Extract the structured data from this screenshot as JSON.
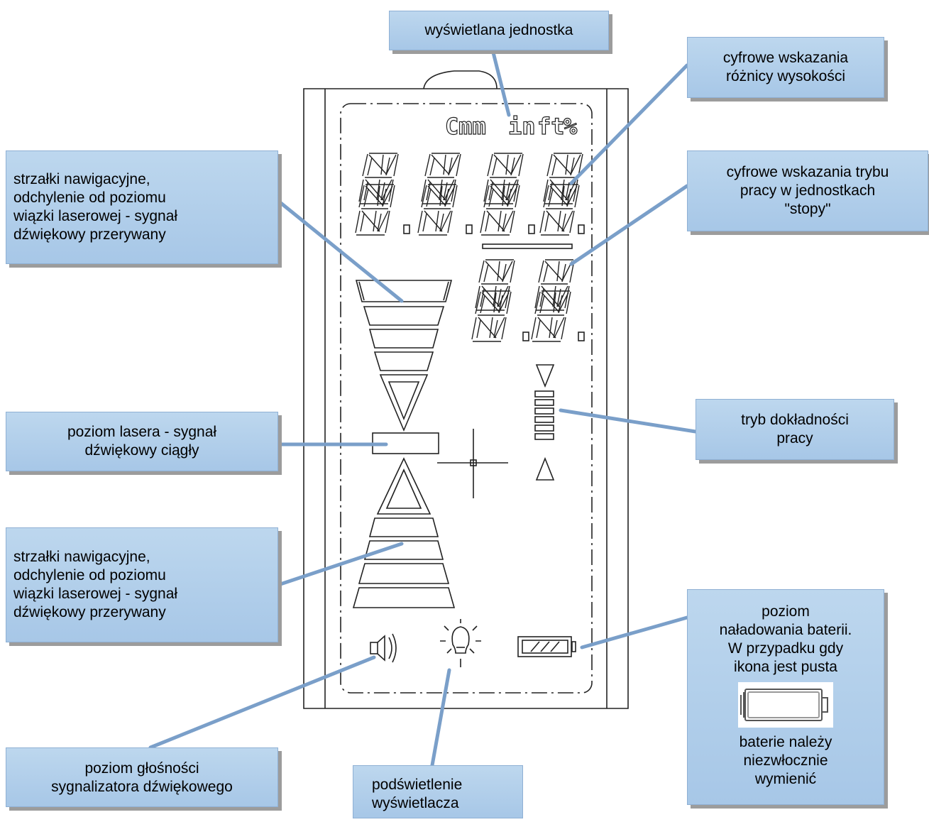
{
  "display": {
    "units": {
      "cmm": "Cmm",
      "in": "in",
      "ft": "ft",
      "percent": "%"
    }
  },
  "callouts": {
    "unit": "wyświetlana jednostka",
    "height_diff": [
      "cyfrowe wskazania",
      "różnicy wysokości"
    ],
    "mode_feet": [
      "cyfrowe wskazania trybu",
      "pracy w jednostkach",
      "\"stopy\""
    ],
    "nav_arrows_top": [
      "strzałki nawigacyjne,",
      "odchylenie od poziomu",
      "wiązki laserowej - sygnał",
      "dźwiękowy przerywany"
    ],
    "laser_level": [
      "poziom lasera - sygnał",
      "dźwiękowy ciągły"
    ],
    "accuracy_mode": [
      "tryb dokładności",
      "pracy"
    ],
    "nav_arrows_bottom": [
      "strzałki nawigacyjne,",
      "odchylenie od poziomu",
      "wiązki laserowej - sygnał",
      "dźwiękowy przerywany"
    ],
    "battery_top": [
      "poziom",
      "naładowania baterii.",
      "W przypadku gdy",
      "ikona jest pusta"
    ],
    "battery_bottom": [
      "baterie należy",
      "niezwłocznie",
      "wymienić"
    ],
    "volume": [
      "poziom głośności",
      "sygnalizatora dźwiękowego"
    ],
    "backlight": [
      "podświetlenie",
      "wyświetlacza"
    ]
  },
  "colors": {
    "callout_fill": "#b4d0eb",
    "leader_line": "#7a9fc9",
    "lcd_line": "#222222"
  },
  "icons": [
    "speaker-icon",
    "backlight-bulb-icon",
    "battery-icon",
    "empty-battery-icon"
  ]
}
